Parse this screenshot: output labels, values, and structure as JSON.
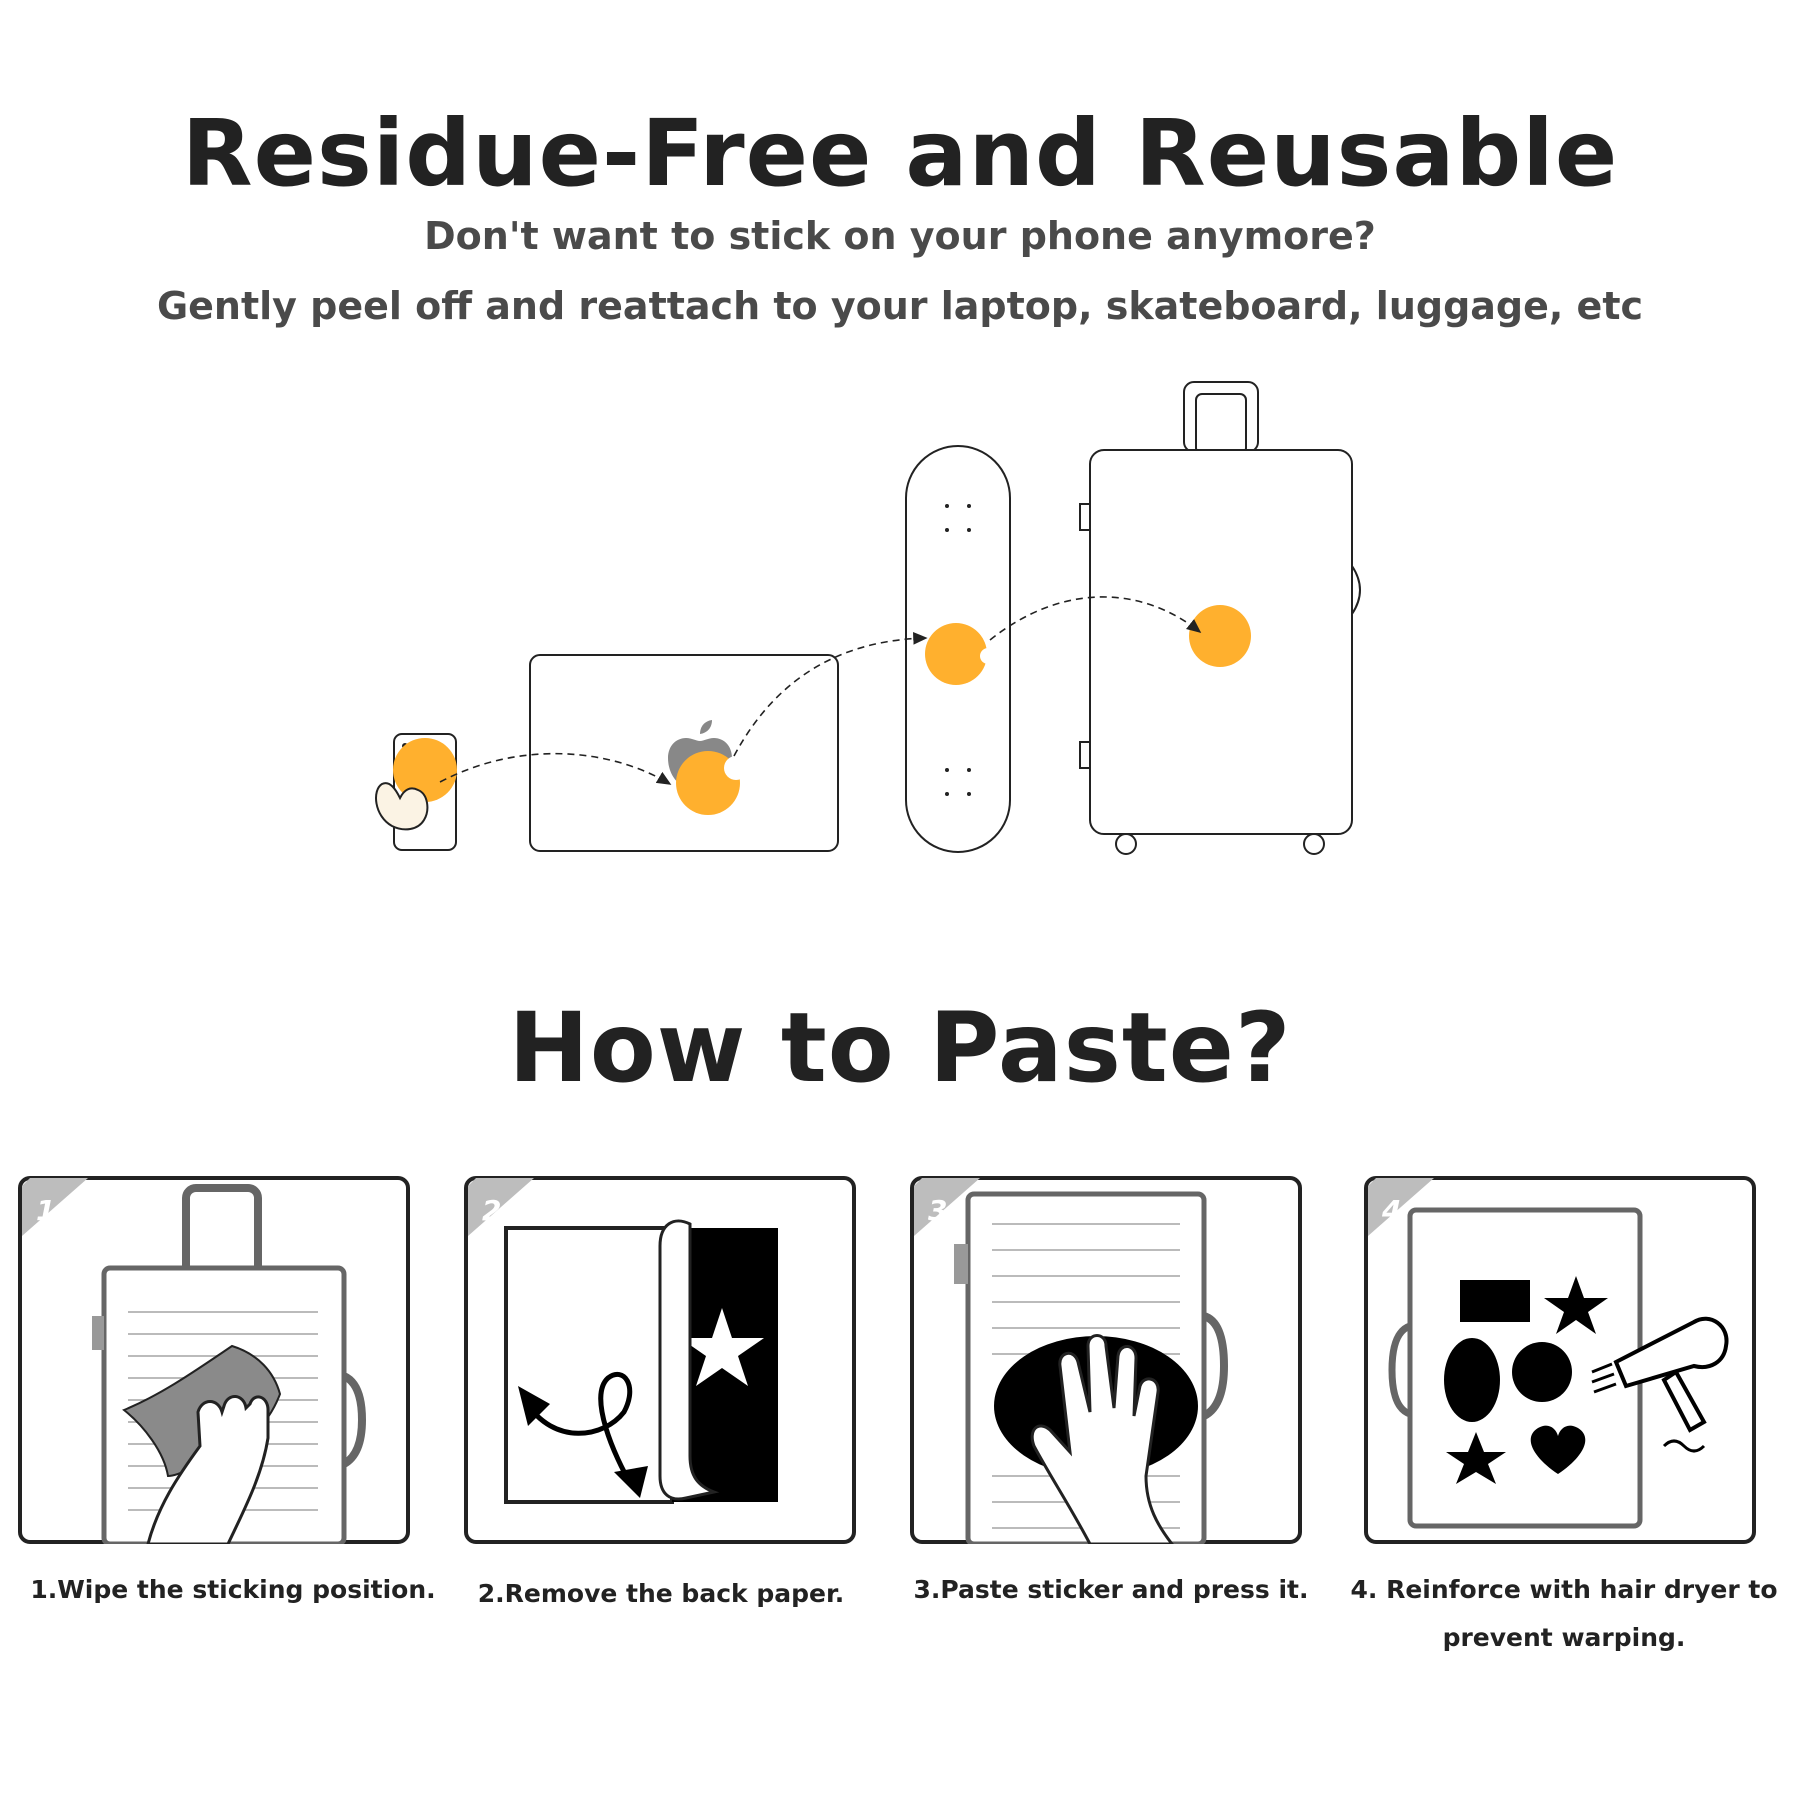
{
  "header": {
    "title": "Residue-Free and Reusable",
    "subtitle_1": "Don't want to stick on your phone anymore?",
    "subtitle_2": "Gently peel off and reattach to your laptop, skateboard, luggage, etc"
  },
  "colors": {
    "sticker": "#FFB02E",
    "ink": "#222222",
    "subtitle": "#4a4a4a",
    "badge": "#bdbdbd"
  },
  "illustration": {
    "items": [
      "phone-icon",
      "laptop-icon",
      "skateboard-icon",
      "luggage-icon"
    ]
  },
  "section2": {
    "title": "How to Paste?"
  },
  "steps": [
    {
      "number": "1",
      "caption": "1.Wipe the sticking position.",
      "icon": "wipe-luggage-icon"
    },
    {
      "number": "2",
      "caption": "2.Remove the back paper.",
      "icon": "peel-back-paper-icon"
    },
    {
      "number": "3",
      "caption": "3.Paste sticker and press it.",
      "icon": "press-sticker-icon"
    },
    {
      "number": "4",
      "caption": "4. Reinforce with hair dryer to prevent warping.",
      "icon": "hair-dryer-icon"
    }
  ]
}
